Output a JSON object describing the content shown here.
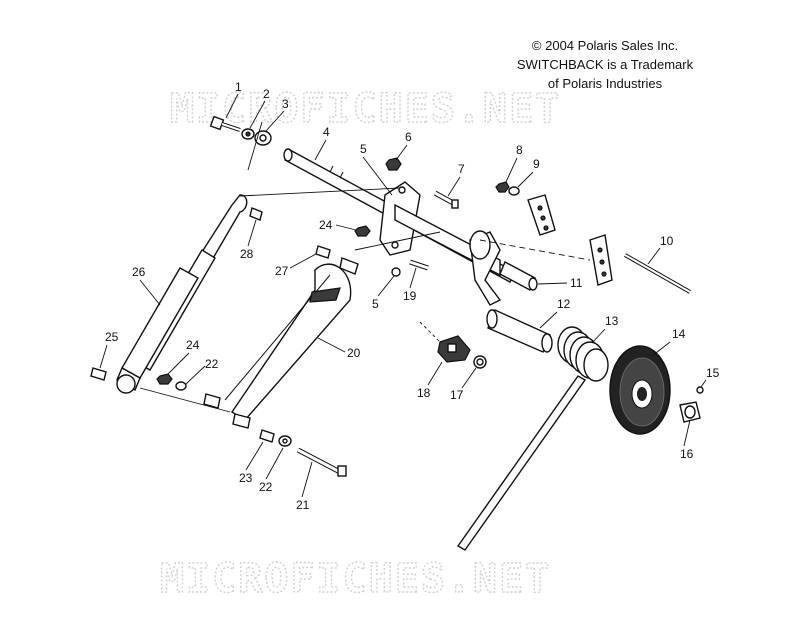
{
  "copyright": {
    "line1": "© 2004 Polaris Sales Inc.",
    "line2": "SWITCHBACK is a Trademark",
    "line3": "of Polaris Industries"
  },
  "watermark": {
    "top": "MICROFICHES.NET",
    "bottom": "MICROFICHES.NET"
  },
  "callouts": {
    "c1": "1",
    "c2": "2",
    "c3": "3",
    "c4": "4",
    "c5a": "5",
    "c5b": "5",
    "c6": "6",
    "c7": "7",
    "c8": "8",
    "c9": "9",
    "c10": "10",
    "c11": "11",
    "c12": "12",
    "c13": "13",
    "c14": "14",
    "c15": "15",
    "c16": "16",
    "c17": "17",
    "c18": "18",
    "c19": "19",
    "c20": "20",
    "c21": "21",
    "c22a": "22",
    "c22b": "22",
    "c23": "23",
    "c24a": "24",
    "c24b": "24",
    "c25": "25",
    "c26": "26",
    "c27": "27",
    "c28": "28"
  }
}
